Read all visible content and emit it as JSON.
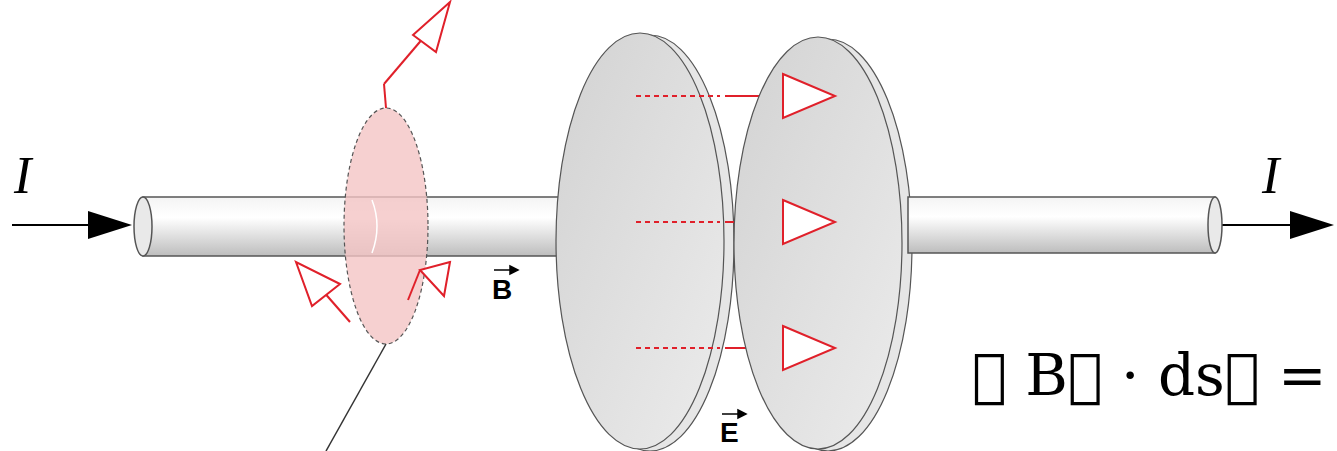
{
  "diagram": {
    "labels": [
      "I",
      "I",
      "B",
      "E",
      "∮ B⃗ · ds⃗ ="
    ]
  }
}
